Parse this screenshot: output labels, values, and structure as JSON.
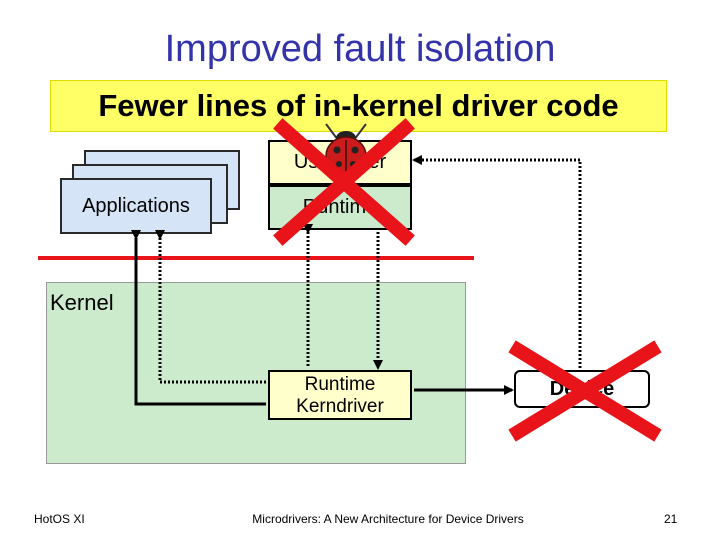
{
  "slide": {
    "title": "Improved fault isolation",
    "subtitle": "Fewer lines of in-kernel driver code",
    "applications_label": "Applications",
    "userdriver_label": "Userdriver",
    "runtime_user_label": "Runtime",
    "kernel_label": "Kernel",
    "kernel_runtime_label": "Runtime",
    "kerndriver_label": "Kerndriver",
    "device_label": "Device"
  },
  "footer": {
    "left": "HotOS XI",
    "center": "Microdrivers: A New Architecture for Device Drivers",
    "page_number": "21"
  },
  "colors": {
    "title": "#3333aa",
    "subtitle_bg": "#ffff66",
    "app_bg": "#d6e4f7",
    "userdriver_bg": "#ffffcc",
    "runtime_bg": "#ccebcc",
    "kernel_bg": "#ccebcc",
    "boundary": "#e8141a",
    "cross": "#e8141a"
  }
}
